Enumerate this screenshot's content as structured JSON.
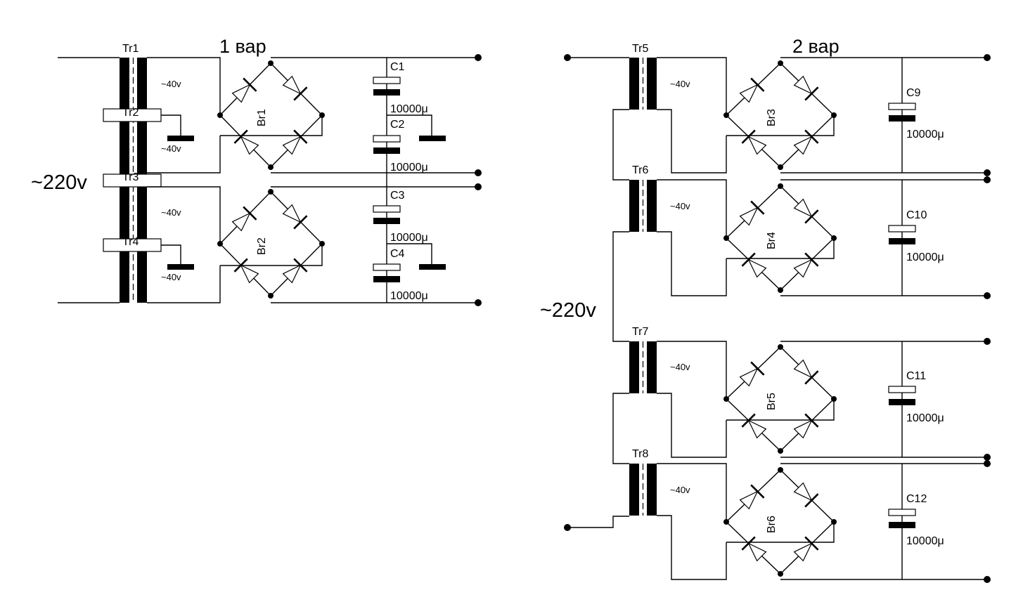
{
  "variant1": {
    "title": "1 вар",
    "input_label": "~220v",
    "transformers": [
      "Tr1",
      "Tr2",
      "Tr3",
      "Tr4"
    ],
    "secondary_voltage": "~40v",
    "bridges": [
      "Br1",
      "Br2"
    ],
    "capacitors": [
      "C1",
      "C2",
      "C3",
      "C4"
    ],
    "capacitance": "10000μ"
  },
  "variant2": {
    "title": "2 вар",
    "input_label": "~220v",
    "transformers": [
      "Tr5",
      "Tr6",
      "Tr7",
      "Tr8"
    ],
    "secondary_voltage": "~40v",
    "bridges": [
      "Br3",
      "Br4",
      "Br5",
      "Br6"
    ],
    "capacitors": [
      "C9",
      "C10",
      "C11",
      "C12"
    ],
    "capacitance": "10000μ"
  }
}
